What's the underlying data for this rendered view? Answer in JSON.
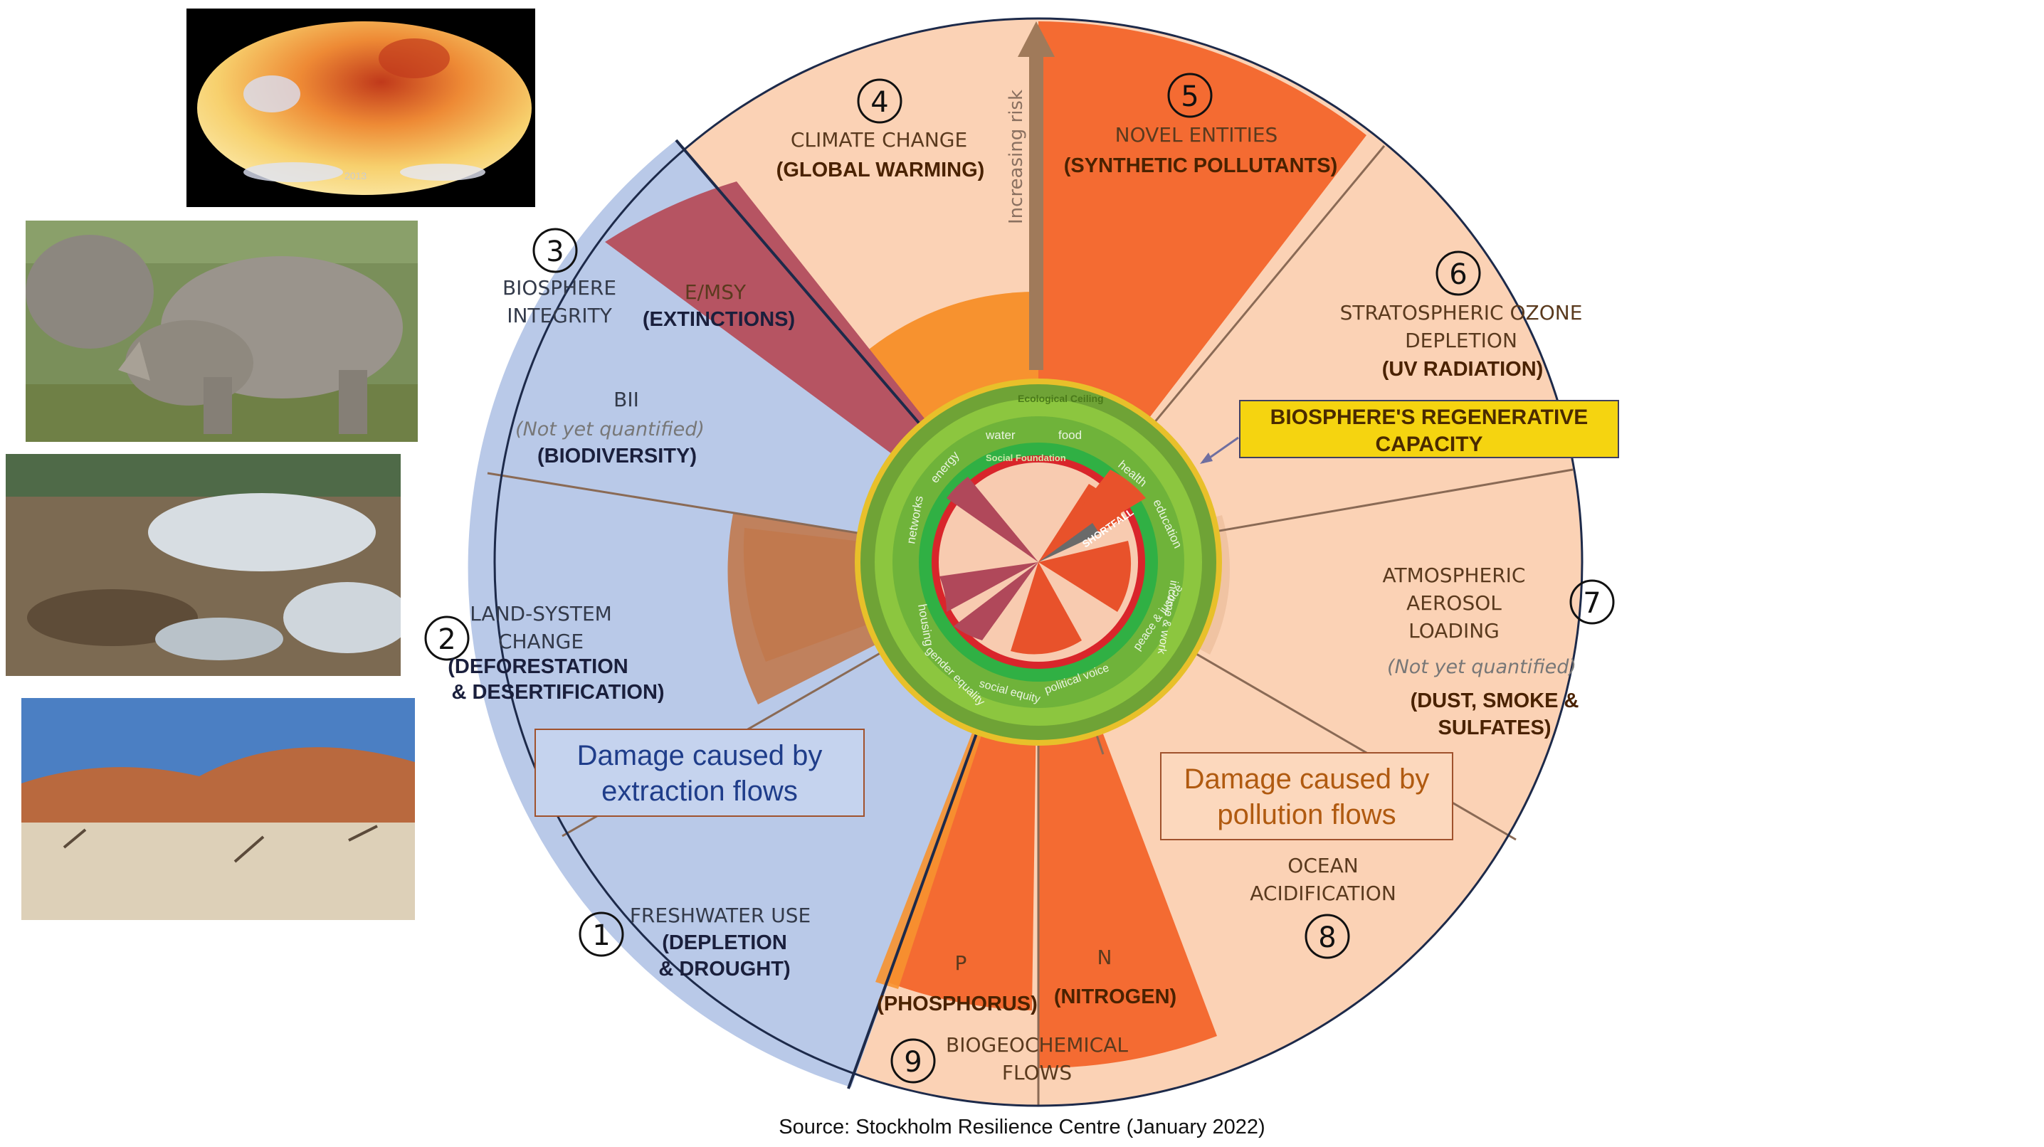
{
  "source": "Source: Stockholm Resilience Centre (January 2022)",
  "arrow_label": "Increasing risk",
  "photo_year": "2013",
  "boundaries": [
    {
      "number": "1",
      "title_lines": [
        "FRESHWATER USE"
      ],
      "sub_lines": [
        "(DEPLETION",
        "& DROUGHT)"
      ]
    },
    {
      "number": "2",
      "title_lines": [
        "LAND-SYSTEM",
        "CHANGE"
      ],
      "sub_lines": [
        "(DEFORESTATION",
        "& DESERTIFICATION)"
      ]
    },
    {
      "number": "3",
      "title_lines": [
        "BIOSPHERE",
        "INTEGRITY"
      ],
      "sub_lines": []
    },
    {
      "number": "4",
      "title_lines": [
        "CLIMATE CHANGE"
      ],
      "sub_lines": [
        "(GLOBAL WARMING)"
      ]
    },
    {
      "number": "5",
      "title_lines": [
        "NOVEL ENTITIES"
      ],
      "sub_lines": [
        "(SYNTHETIC POLLUTANTS)"
      ]
    },
    {
      "number": "6",
      "title_lines": [
        "STRATOSPHERIC OZONE",
        "DEPLETION"
      ],
      "sub_lines": [
        "(UV RADIATION)"
      ]
    },
    {
      "number": "7",
      "title_lines": [
        "ATMOSPHERIC",
        "AEROSOL",
        "LOADING"
      ],
      "note": "(Not yet quantified)",
      "sub_lines": [
        "(DUST, SMOKE &",
        "SULFATES)"
      ]
    },
    {
      "number": "8",
      "title_lines": [
        "OCEAN",
        "ACIDIFICATION"
      ],
      "sub_lines": []
    },
    {
      "number": "9",
      "title_lines": [
        "BIOGEOCHEMICAL",
        "FLOWS"
      ],
      "sub_lines": []
    }
  ],
  "biosphere_sub": {
    "emsy_label": "E/MSY",
    "emsy_sub": "(EXTINCTIONS)",
    "bii_label": "BII",
    "bii_note": "(Not yet quantified)",
    "bii_sub": "(BIODIVERSITY)"
  },
  "biogeochemical_sub": {
    "p_label": "P",
    "p_sub": "(PHOSPHORUS)",
    "n_label": "N",
    "n_sub": "(NITROGEN)"
  },
  "callout": {
    "lines": [
      "BIOSPHERE'S REGENERATIVE",
      "CAPACITY"
    ]
  },
  "extraction_box": {
    "lines": [
      "Damage caused by",
      "extraction flows"
    ]
  },
  "pollution_box": {
    "lines": [
      "Damage caused by",
      "pollution flows"
    ]
  },
  "doughnut": {
    "ceiling_label": "Ecological Ceiling",
    "foundation_label": "Social Foundation",
    "shortfall_label": "SHORTFALL",
    "sectors": [
      "water",
      "food",
      "health",
      "education",
      "income & work",
      "peace & justice",
      "political voice",
      "social equity",
      "gender equality",
      "housing",
      "networks",
      "energy"
    ]
  },
  "colors": {
    "extraction_bg": "#b9c9e8",
    "pollution_bg": "#fbd2b5",
    "deep_orange": "#f46b32",
    "maroon": "#b0485a",
    "callout_fill": "#f5d410",
    "green_ring": "#7bbf3a"
  }
}
